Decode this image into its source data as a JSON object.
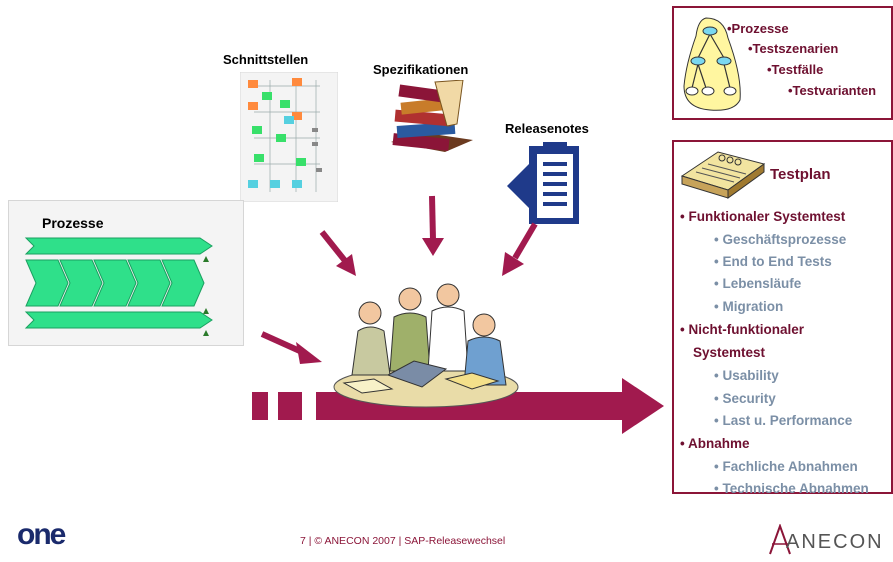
{
  "labels": {
    "schnittstellen": "Schnittstellen",
    "spezifikationen": "Spezifikationen",
    "releasenotes": "Releasenotes",
    "prozesse": "Prozesse"
  },
  "hierarchy": {
    "items": [
      "•Prozesse",
      "•Testszenarien",
      "•Testfälle",
      "•Testvarianten"
    ]
  },
  "testplan": {
    "title": "Testplan",
    "items": [
      {
        "text": "• Funktionaler Systemtest",
        "level": 1
      },
      {
        "text": "• Geschäftsprozesse",
        "level": 2
      },
      {
        "text": "• End to End Tests",
        "level": 2
      },
      {
        "text": "• Lebensläufe",
        "level": 2
      },
      {
        "text": "• Migration",
        "level": 2
      },
      {
        "text": "• Nicht-funktionaler",
        "level": 1
      },
      {
        "text": "Systemtest",
        "level": 1
      },
      {
        "text": "• Usability",
        "level": 2
      },
      {
        "text": "• Security",
        "level": 2
      },
      {
        "text": "• Last u. Performance",
        "level": 2
      },
      {
        "text": "• Abnahme",
        "level": 1
      },
      {
        "text": "• Fachliche Abnahmen",
        "level": 2
      },
      {
        "text": "• Technische Abnahmen",
        "level": 2
      }
    ]
  },
  "footer": {
    "text": "7 | © ANECON 2007 | SAP-Releasewechsel",
    "logo_left": "one",
    "logo_right": "ANECON"
  },
  "colors": {
    "accent": "#8b1538",
    "arrow": "#a11a4e",
    "item_dark": "#6e1030",
    "item_light": "#7b8fa6",
    "diagram_green": "#2fe08a"
  }
}
